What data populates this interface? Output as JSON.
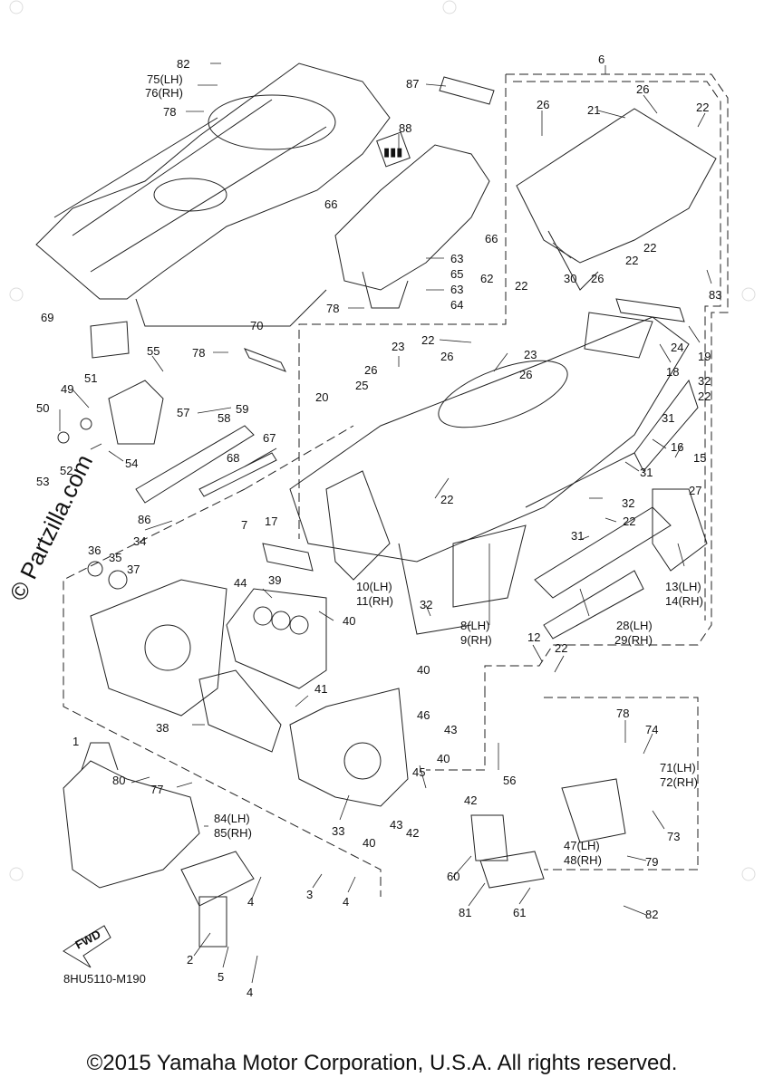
{
  "diagram_code": "8HU5110-M190",
  "copyright": "©2015 Yamaha Motor Corporation, U.S.A. All rights reserved.",
  "watermark": "© Partzilla.com",
  "fwd_label": "FWD",
  "callouts": {
    "c1": "1",
    "c2": "2",
    "c3": "3",
    "c4a": "4",
    "c4b": "4",
    "c4c": "4",
    "c5": "5",
    "c6": "6",
    "c7": "7",
    "c8_9": "8(LH)",
    "c9": "9(RH)",
    "c10": "10(LH)",
    "c11": "11(RH)",
    "c12": "12",
    "c13": "13(LH)",
    "c14": "14(RH)",
    "c15": "15",
    "c16": "16",
    "c17": "17",
    "c18": "18",
    "c19": "19",
    "c20": "20",
    "c21": "21",
    "c22a": "22",
    "c22b": "22",
    "c22c": "22",
    "c22d": "22",
    "c22e": "22",
    "c22f": "22",
    "c22g": "22",
    "c22h": "22",
    "c22i": "22",
    "c23a": "23",
    "c23b": "23",
    "c24": "24",
    "c25": "25",
    "c26a": "26",
    "c26b": "26",
    "c26c": "26",
    "c26d": "26",
    "c26e": "26",
    "c26f": "26",
    "c27": "27",
    "c28": "28(LH)",
    "c29": "29(RH)",
    "c30": "30",
    "c31a": "31",
    "c31b": "31",
    "c31c": "31",
    "c32a": "32",
    "c32b": "32",
    "c32c": "32",
    "c33": "33",
    "c34": "34",
    "c35": "35",
    "c36": "36",
    "c37": "37",
    "c38": "38",
    "c39": "39",
    "c40a": "40",
    "c40b": "40",
    "c40c": "40",
    "c40d": "40",
    "c41": "41",
    "c42a": "42",
    "c42b": "42",
    "c43a": "43",
    "c43b": "43",
    "c44": "44",
    "c45": "45",
    "c46": "46",
    "c47": "47(LH)",
    "c48": "48(RH)",
    "c49": "49",
    "c50": "50",
    "c51": "51",
    "c52": "52",
    "c53": "53",
    "c54": "54",
    "c55": "55",
    "c56": "56",
    "c57": "57",
    "c58": "58",
    "c59": "59",
    "c60": "60",
    "c61": "61",
    "c62": "62",
    "c63a": "63",
    "c63b": "63",
    "c64": "64",
    "c65": "65",
    "c66a": "66",
    "c66b": "66",
    "c67": "67",
    "c68": "68",
    "c69": "69",
    "c70": "70",
    "c71": "71(LH)",
    "c72": "72(RH)",
    "c73": "73",
    "c74": "74",
    "c75": "75(LH)",
    "c76": "76(RH)",
    "c77": "77",
    "c78a": "78",
    "c78b": "78",
    "c78c": "78",
    "c78d": "78",
    "c79": "79",
    "c80": "80",
    "c81": "81",
    "c82a": "82",
    "c82b": "82",
    "c83": "83",
    "c84": "84(LH)",
    "c85": "85(RH)",
    "c86": "86",
    "c87": "87",
    "c88": "88"
  }
}
